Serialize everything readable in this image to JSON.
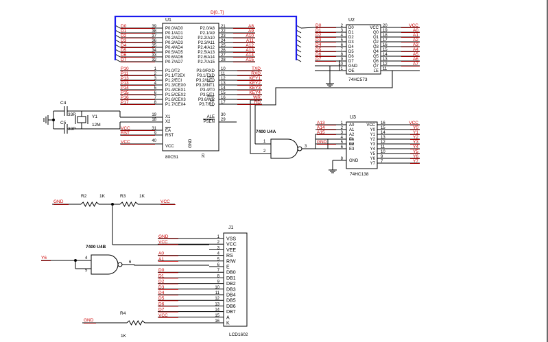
{
  "bus": {
    "label": "D[0..7]"
  },
  "u1": {
    "ref": "U1",
    "part": "80C51",
    "vcc_pin_label": "VCC",
    "gnd_pin_label": "GND",
    "gnd_pin_no": "20",
    "p0": [
      {
        "net": "D0",
        "no": "39",
        "name": "P0.0/AD0"
      },
      {
        "net": "D1",
        "no": "38",
        "name": "P0.1/AD1"
      },
      {
        "net": "D2",
        "no": "37",
        "name": "P0.2/AD2"
      },
      {
        "net": "D3",
        "no": "36",
        "name": "P0.3/AD3"
      },
      {
        "net": "D4",
        "no": "35",
        "name": "P0.4/AD4"
      },
      {
        "net": "D5",
        "no": "34",
        "name": "P0.5/AD5"
      },
      {
        "net": "D6",
        "no": "33",
        "name": "P0.6/AD6"
      },
      {
        "net": "D7",
        "no": "32",
        "name": "P0.7/AD7"
      }
    ],
    "p2": [
      {
        "name": "P2.0/A8",
        "no": "21",
        "net": "A8"
      },
      {
        "name": "P2.1/A9",
        "no": "22",
        "net": "A9"
      },
      {
        "name": "P2.2/A10",
        "no": "23",
        "net": "A10"
      },
      {
        "name": "P2.3/A11",
        "no": "24",
        "net": "A11"
      },
      {
        "name": "P2.4/A12",
        "no": "25",
        "net": "A12"
      },
      {
        "name": "P2.5/A13",
        "no": "26",
        "net": "A13"
      },
      {
        "name": "P2.6/A14",
        "no": "27",
        "net": "A14"
      },
      {
        "name": "P2.7/A15",
        "no": "28",
        "net": "A15"
      }
    ],
    "p1": [
      {
        "net": "P10",
        "no": "1",
        "name": "P1.0/T2"
      },
      {
        "net": "P11",
        "no": "2",
        "name": "P1.1/T2EX"
      },
      {
        "net": "P13",
        "no": "3",
        "name": "P1.2/ECI"
      },
      {
        "net": "P13",
        "no": "4",
        "name": "P1.3/CEX0"
      },
      {
        "net": "P14",
        "no": "5",
        "name": "P1.4/CEX1"
      },
      {
        "net": "P15",
        "no": "6",
        "name": "P1.5/CEX2"
      },
      {
        "net": "P16",
        "no": "7",
        "name": "P1.6/CEX3"
      },
      {
        "net": "P17",
        "no": "8",
        "name": "P1.7/CEX4"
      }
    ],
    "p3": [
      {
        "name": "P3.0/RXD",
        "no": "10",
        "net": "TXD"
      },
      {
        "name": "P3.1/TXD",
        "no": "11",
        "net": "RXD"
      },
      {
        "name": "P3.2/INT0",
        "no": "12",
        "net": "KEY1"
      },
      {
        "name": "P3.3/INT1",
        "no": "13",
        "net": "KEY2"
      },
      {
        "name": "P3.4/T0",
        "no": "14",
        "net": "KEY3"
      },
      {
        "name": "P3.5/T1",
        "no": "15",
        "net": "KEY4"
      },
      {
        "name": "P3.6/WR",
        "no": "16",
        "net": "WR"
      },
      {
        "name": "P3.7/RD",
        "no": "17",
        "net": "RD"
      }
    ],
    "ctrl": [
      {
        "name": "X1",
        "no": "19"
      },
      {
        "name": "X2",
        "no": "18"
      },
      {
        "name": "EA",
        "no": "31",
        "net": "VCC"
      },
      {
        "name": "RST",
        "no": "9",
        "net": "RST"
      },
      {
        "name": "ALE",
        "no": "30"
      },
      {
        "name": "PSEN",
        "no": "29"
      }
    ],
    "vcc_pin_no": "40",
    "vcc_net": "VCC"
  },
  "osc": {
    "c4": "C4",
    "c5": "C5",
    "cap_val": "33P",
    "y1": "Y1",
    "y1_val": "12M"
  },
  "u2": {
    "ref": "U2",
    "part": "74HC573",
    "left": [
      {
        "net": "D0",
        "no": "2",
        "name": "D0"
      },
      {
        "net": "D1",
        "no": "3",
        "name": "D1"
      },
      {
        "net": "D2",
        "no": "4",
        "name": "D2"
      },
      {
        "net": "D3",
        "no": "5",
        "name": "D3"
      },
      {
        "net": "D4",
        "no": "6",
        "name": "D4"
      },
      {
        "net": "D5",
        "no": "7",
        "name": "D5"
      },
      {
        "net": "D6",
        "no": "8",
        "name": "D6"
      },
      {
        "net": "D7",
        "no": "9",
        "name": "D7"
      },
      {
        "net": "",
        "no": "10",
        "name": "GND"
      },
      {
        "net": "",
        "no": "1",
        "name": "OE"
      }
    ],
    "right": [
      {
        "name": "VCC",
        "no": "20",
        "net": "VCC"
      },
      {
        "name": "Q0",
        "no": "19",
        "net": "A0"
      },
      {
        "name": "Q1",
        "no": "18",
        "net": "A1"
      },
      {
        "name": "Q2",
        "no": "17",
        "net": "A2"
      },
      {
        "name": "Q3",
        "no": "16",
        "net": "A3"
      },
      {
        "name": "Q4",
        "no": "15",
        "net": "A4"
      },
      {
        "name": "Q5",
        "no": "14",
        "net": "A5"
      },
      {
        "name": "Q6",
        "no": "13",
        "net": "A6"
      },
      {
        "name": "Q7",
        "no": "12",
        "net": "A7"
      },
      {
        "name": "LE",
        "no": "11",
        "net": ""
      }
    ]
  },
  "u3": {
    "ref": "U3",
    "part": "74HC138",
    "left": [
      {
        "net": "A13",
        "no": "1",
        "name": "A0"
      },
      {
        "net": "A14",
        "no": "2",
        "name": "A1"
      },
      {
        "net": "A15",
        "no": "3",
        "name": "A2"
      },
      {
        "net": "",
        "no": "4",
        "name": "E1"
      },
      {
        "net": "GND",
        "no": "5",
        "name": "E2"
      },
      {
        "net": "",
        "no": "6",
        "name": "E3"
      }
    ],
    "right": [
      {
        "name": "VCC",
        "no": "16",
        "net": "VCC"
      },
      {
        "name": "Y0",
        "no": "15",
        "net": "Y0"
      },
      {
        "name": "Y1",
        "no": "14",
        "net": "Y1"
      },
      {
        "name": "Y2",
        "no": "13",
        "net": "Y2"
      },
      {
        "name": "Y3",
        "no": "12",
        "net": "Y3"
      },
      {
        "name": "Y4",
        "no": "11",
        "net": "Y4"
      },
      {
        "name": "Y5",
        "no": "10",
        "net": "Y5"
      },
      {
        "name": "Y6",
        "no": "9",
        "net": "Y6"
      },
      {
        "name": "Y7",
        "no": "7",
        "net": "Y7"
      }
    ],
    "gnd_name": "GND",
    "gnd_no": "8"
  },
  "u4a": {
    "label": "7400 U4A",
    "in1": "1",
    "in2": "2",
    "out": "3"
  },
  "u4b": {
    "label": "7400 U4B",
    "in1": "4",
    "in2": "5",
    "out": "6",
    "net_in": "Y6"
  },
  "resistors": {
    "r2": {
      "ref": "R2",
      "val": "1K"
    },
    "r3": {
      "ref": "R3",
      "val": "1K"
    },
    "r4": {
      "ref": "R4",
      "val": "1K"
    },
    "r2_net": "GND",
    "r3_net": "VCC",
    "r4_net": "GND"
  },
  "j1": {
    "ref": "J1",
    "part": "LCD1602",
    "pins": [
      {
        "net": "GND",
        "no": "1",
        "name": "VSS"
      },
      {
        "net": "VCC",
        "no": "2",
        "name": "VCC"
      },
      {
        "net": "",
        "no": "3",
        "name": "VEE"
      },
      {
        "net": "A0",
        "no": "4",
        "name": "RS"
      },
      {
        "net": "A1",
        "no": "5",
        "name": "R/W"
      },
      {
        "net": "",
        "no": "6",
        "name": "E"
      },
      {
        "net": "D0",
        "no": "7",
        "name": "DB0"
      },
      {
        "net": "D1",
        "no": "8",
        "name": "DB1"
      },
      {
        "net": "D2",
        "no": "9",
        "name": "DB2"
      },
      {
        "net": "D3",
        "no": "10",
        "name": "DB3"
      },
      {
        "net": "D4",
        "no": "11",
        "name": "DB4"
      },
      {
        "net": "D5",
        "no": "12",
        "name": "DB5"
      },
      {
        "net": "D6",
        "no": "13",
        "name": "DB6"
      },
      {
        "net": "D7",
        "no": "14",
        "name": "DB7"
      },
      {
        "net": "VCC",
        "no": "15",
        "name": "A"
      },
      {
        "net": "",
        "no": "16",
        "name": "K"
      }
    ]
  },
  "colors": {
    "wire": "#000000",
    "net_label": "#cc0000",
    "bus": "#1a1aee",
    "border": "#6a6a6a"
  }
}
